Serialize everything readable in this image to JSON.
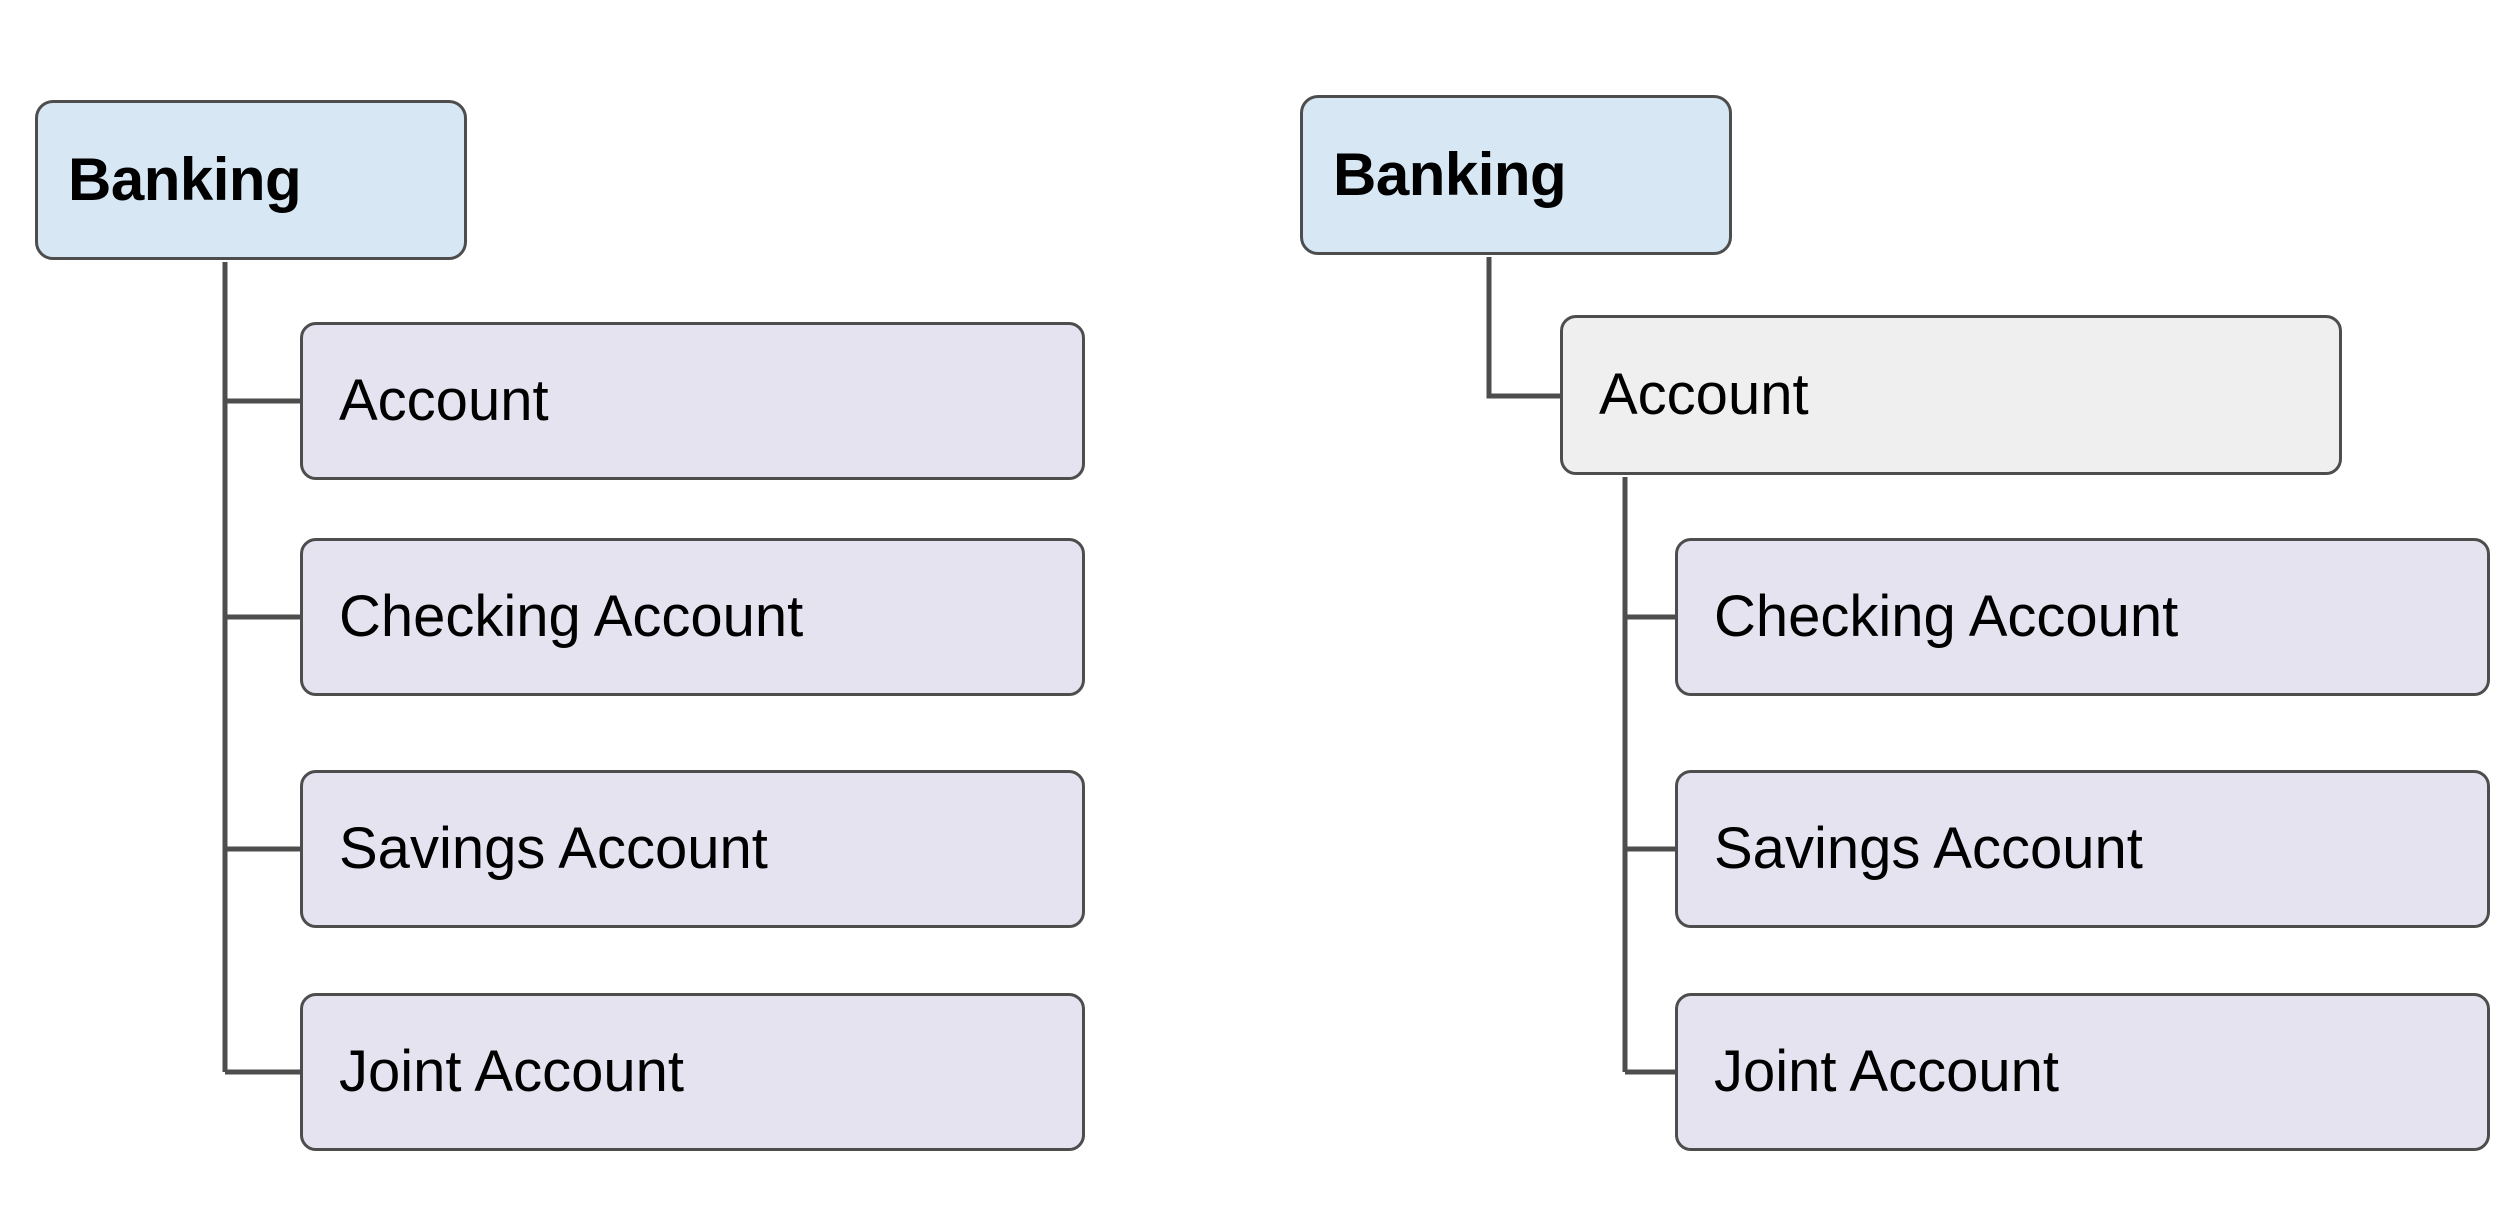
{
  "figure": {
    "background_color": "#ffffff",
    "edge_color": "#4d4d4d",
    "edge_width": 5
  },
  "palette": {
    "root_fill": "#d7e7f4",
    "child_fill": "#e6e3f0",
    "neutral_fill": "#efefef",
    "border": "#4d4d4d",
    "text": "#000000"
  },
  "diagrams": [
    {
      "id": "left",
      "name": "flat-hierarchy",
      "root": {
        "label": "Banking",
        "fill": "#d7e7f4",
        "bold": true
      },
      "children": [
        {
          "label": "Account",
          "fill": "#e6e3f0",
          "depth": 1
        },
        {
          "label": "Checking Account",
          "fill": "#e6e3f0",
          "depth": 1
        },
        {
          "label": "Savings Account",
          "fill": "#e6e3f0",
          "depth": 1
        },
        {
          "label": "Joint Account",
          "fill": "#e6e3f0",
          "depth": 1
        }
      ]
    },
    {
      "id": "right",
      "name": "nested-hierarchy",
      "root": {
        "label": "Banking",
        "fill": "#d7e7f4",
        "bold": true
      },
      "group": {
        "label": "Account",
        "fill": "#efefef",
        "depth": 1
      },
      "children": [
        {
          "label": "Checking Account",
          "fill": "#e6e3f0",
          "depth": 2
        },
        {
          "label": "Savings Account",
          "fill": "#e6e3f0",
          "depth": 2
        },
        {
          "label": "Joint Account",
          "fill": "#e6e3f0",
          "depth": 2
        }
      ]
    }
  ]
}
